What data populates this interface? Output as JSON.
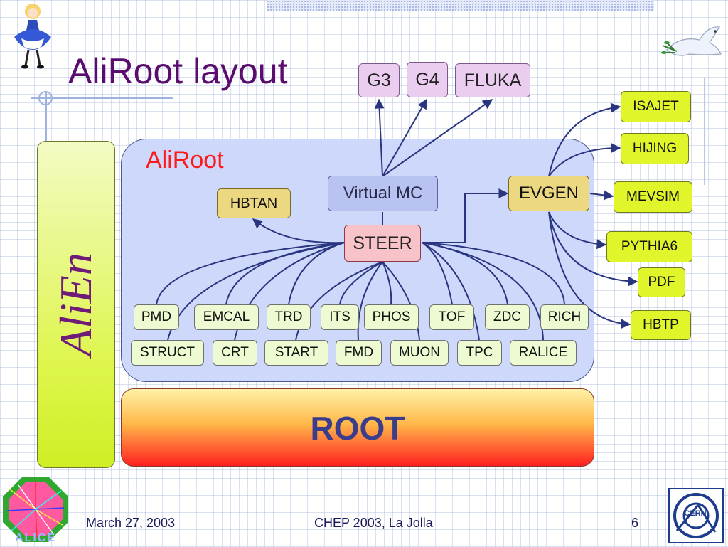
{
  "slide": {
    "title": "AliRoot layout",
    "page_number": "6"
  },
  "footer": {
    "date": "March 27, 2003",
    "event": "CHEP 2003, La Jolla",
    "page": "6"
  },
  "diagram": {
    "alien_label": "AliEn",
    "aliroot_label": "AliRoot",
    "root_label": "ROOT",
    "transport": [
      "G3",
      "G4",
      "FLUKA"
    ],
    "virtual_mc": "Virtual MC",
    "steer": "STEER",
    "hbtan": "HBTAN",
    "evgen": "EVGEN",
    "generators": [
      "ISAJET",
      "HIJING",
      "MEVSIM",
      "PYTHIA6",
      "PDF",
      "HBTP"
    ],
    "modules_row1": [
      "PMD",
      "EMCAL",
      "TRD",
      "ITS",
      "PHOS",
      "TOF",
      "ZDC",
      "RICH"
    ],
    "modules_row2": [
      "STRUCT",
      "CRT",
      "START",
      "FMD",
      "MUON",
      "TPC",
      "RALICE"
    ]
  },
  "logos": {
    "cern": "CERN",
    "alice": "ALICE"
  },
  "colors": {
    "title": "#5a0d6e",
    "aliroot_label": "#ff1a1a",
    "root_label": "#3a3d8c",
    "connector": "#2a3580",
    "alien_text": "#6d1a78"
  }
}
